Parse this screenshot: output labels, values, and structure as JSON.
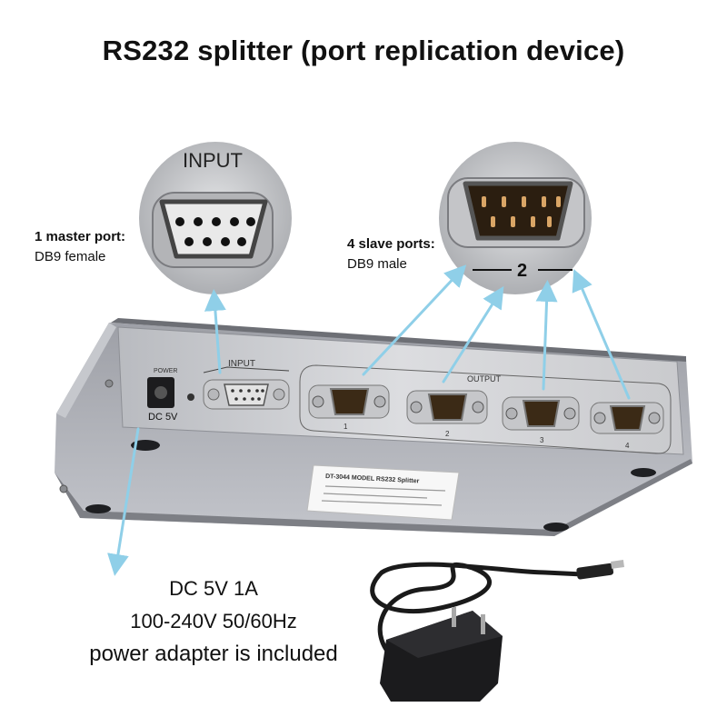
{
  "title": "RS232 splitter (port replication device)",
  "master_callout": {
    "heading": "1 master port:",
    "detail": "DB9 female"
  },
  "slave_callout": {
    "heading": "4 slave ports:",
    "detail": "DB9 male"
  },
  "zoom_input_label": "INPUT",
  "zoom_output_number": "2",
  "device": {
    "power_label": "POWER",
    "dc_label": "DC 5V",
    "input_label": "INPUT",
    "output_label": "OUTPUT",
    "port_numbers": [
      "1",
      "2",
      "3",
      "4"
    ],
    "sticker_title": "DT-3044 MODEL  RS232 Splitter"
  },
  "power_info": {
    "line1": "DC 5V 1A",
    "line2": "100-240V 50/60Hz",
    "line3": "power adapter is included"
  },
  "colors": {
    "arrow": "#8fcfe8",
    "device_body": "#a9abb2",
    "device_face": "#d7d8db"
  }
}
